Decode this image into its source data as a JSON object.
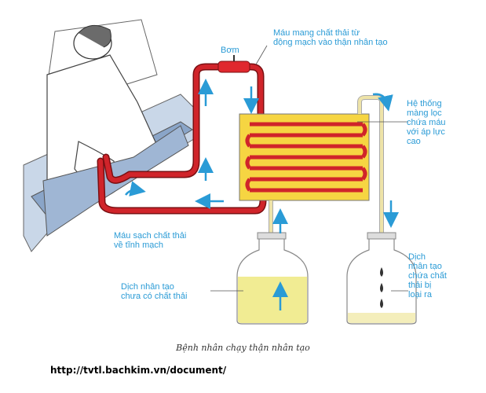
{
  "labels": {
    "pump": "Bơm",
    "arterial_blood": [
      "Máu mang chất thải từ",
      "động mạch vào thận nhân tạo"
    ],
    "membrane": [
      "Hệ thống",
      "màng lọc",
      "chứa máu",
      "với áp lực",
      "cao"
    ],
    "clean_blood": [
      "Máu sạch chất thải",
      "về tĩnh mạch"
    ],
    "fresh_fluid": [
      "Dịch nhân tạo",
      "chưa có chất thải"
    ],
    "waste_fluid": [
      "Dịch",
      "nhân tạo",
      "chứa chất",
      "thải bị",
      "loại ra"
    ]
  },
  "caption": "Bệnh nhân chạy thận nhân tạo",
  "source_url": "http://tvtl.bachkim.vn/document/",
  "colors": {
    "blood": "#d0242a",
    "pump": "#e0282e",
    "filter_fill": "#f6d542",
    "fluid_fresh": "#f1ec93",
    "fluid_waste": "#f4eebb",
    "tube": "#eee3a8",
    "arrow": "#2a9bd6",
    "label": "#2a9bd6"
  }
}
